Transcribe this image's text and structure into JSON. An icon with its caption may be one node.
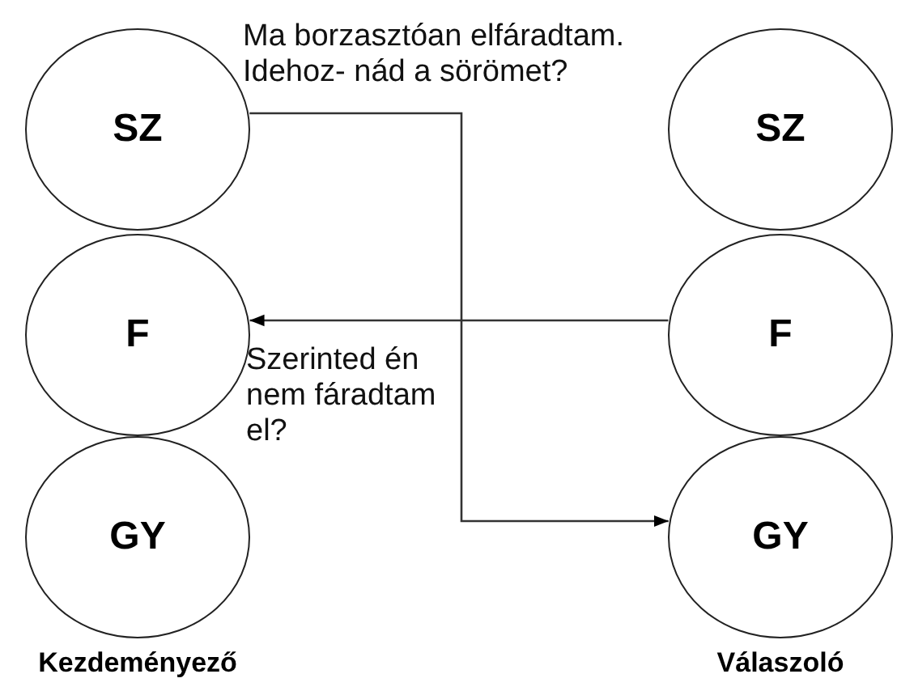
{
  "diagram": {
    "nodes": [
      {
        "text": [
          "SZ"
        ]
      },
      {
        "text": [
          "SZ"
        ]
      },
      {
        "text": [
          "F"
        ]
      },
      {
        "text": [
          "F"
        ]
      },
      {
        "text": [
          "GY"
        ]
      },
      {
        "text": [
          "GY"
        ]
      }
    ],
    "edges": [
      {
        "from": 0,
        "to": 5,
        "arrow": "to",
        "label": "Ma borzasztóan elfáradtam. Idehoz- nád a sörömet?"
      },
      {
        "from": 3,
        "to": 2,
        "arrow": "to",
        "label": "Szerinted én nem fáradtam el?"
      }
    ],
    "labels": [
      "Kezdeményező",
      "Válaszoló"
    ]
  }
}
